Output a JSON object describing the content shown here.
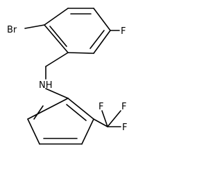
{
  "molecule": {
    "atoms": {
      "br": "Br",
      "f_ring": "F",
      "nh": "NH",
      "f_cf3_top_left": "F",
      "f_cf3_top_right": "F",
      "f_cf3_right": "F"
    },
    "colors": {
      "bond": "#000000",
      "label": "#000000",
      "background": "#ffffff"
    }
  }
}
